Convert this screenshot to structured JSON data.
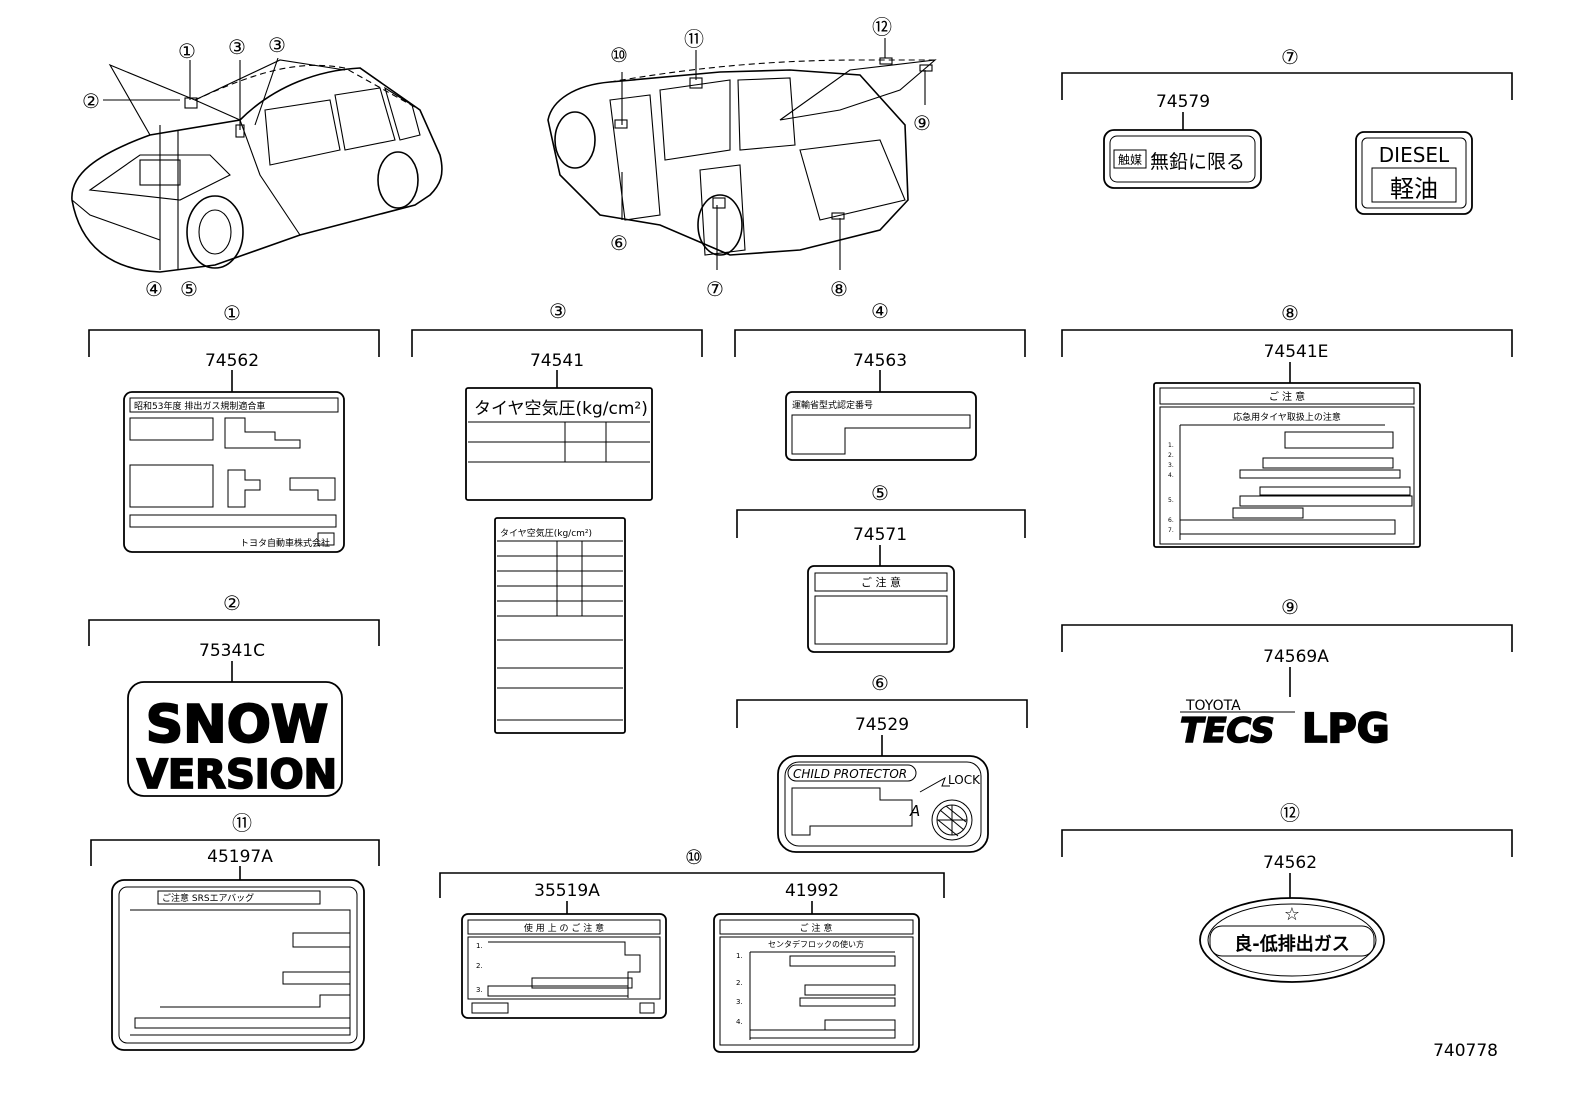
{
  "drawing_number": "740778",
  "car_callouts": {
    "front": [
      "①",
      "②",
      "③",
      "③",
      "④",
      "⑤"
    ],
    "rear": [
      "⑥",
      "⑦",
      "⑧",
      "⑨",
      "⑩",
      "⑪",
      "⑫"
    ]
  },
  "groups": [
    {
      "key": "g7",
      "circle": "⑦",
      "parts": [
        "74579"
      ]
    },
    {
      "key": "g1",
      "circle": "①",
      "parts": [
        "74562"
      ]
    },
    {
      "key": "g3",
      "circle": "③",
      "parts": [
        "74541"
      ]
    },
    {
      "key": "g4",
      "circle": "④",
      "parts": [
        "74563"
      ]
    },
    {
      "key": "g8",
      "circle": "⑧",
      "parts": [
        "74541E"
      ]
    },
    {
      "key": "g5",
      "circle": "⑤",
      "parts": [
        "74571"
      ]
    },
    {
      "key": "g2",
      "circle": "②",
      "parts": [
        "75341C"
      ]
    },
    {
      "key": "g9",
      "circle": "⑨",
      "parts": [
        "74569A"
      ]
    },
    {
      "key": "g6",
      "circle": "⑥",
      "parts": [
        "74529"
      ]
    },
    {
      "key": "g11",
      "circle": "⑪",
      "parts": [
        "45197A"
      ]
    },
    {
      "key": "g12",
      "circle": "⑫",
      "parts": [
        "74562"
      ]
    },
    {
      "key": "g10",
      "circle": "⑩",
      "parts": [
        "35519A",
        "41992"
      ]
    }
  ],
  "label_text": {
    "unleaded_prefix": "触媒",
    "unleaded": "無鉛に限る",
    "diesel_en": "DIESEL",
    "diesel_jp": "軽油",
    "emission_header": "昭和53年度 排出ガス規制適合車",
    "toyota_company": "トヨタ自動車株式会社",
    "tire_pressure": "タイヤ空気圧(kg/cm²)",
    "tire_pressure_small": "タイヤ空気圧(kg/cm²)",
    "type_designation": "運輸省型式認定番号",
    "caution": "ご 注 意",
    "spare_tire_caution": "応急用タイヤ取扱上の注意",
    "snow": "SNOW",
    "version": "VERSION",
    "tecs_toyota": "TOYOTA",
    "tecs": "TECS",
    "lpg": "LPG",
    "child_protector": "CHILD PROTECTOR",
    "lock": "LOCK",
    "lock_a": "A",
    "srs_caution": "ご注意 SRSエアバッグ",
    "riding_caution": "使 用 上 の ご 注 意",
    "diff_lock": "センタデフロックの使い方",
    "low_emission": "良-低排出ガス",
    "star": "☆",
    "n1": "1.",
    "n2": "2.",
    "n3": "3.",
    "n4": "4.",
    "n5": "5.",
    "n6": "6.",
    "n7": "7."
  }
}
